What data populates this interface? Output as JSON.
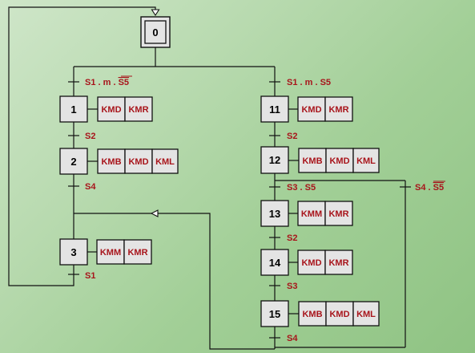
{
  "initial_step": "0",
  "steps": {
    "s1": "1",
    "s2": "2",
    "s3": "3",
    "s11": "11",
    "s12": "12",
    "s13": "13",
    "s14": "14",
    "s15": "15"
  },
  "actions": {
    "s1": [
      "KMD",
      "KMR"
    ],
    "s2": [
      "KMB",
      "KMD",
      "KML"
    ],
    "s3": [
      "KMM",
      "KMR"
    ],
    "s11": [
      "KMD",
      "KMR"
    ],
    "s12": [
      "KMB",
      "KMD",
      "KML"
    ],
    "s13": [
      "KMM",
      "KMR"
    ],
    "s14": [
      "KMD",
      "KMR"
    ],
    "s15": [
      "KMB",
      "KMD",
      "KML"
    ]
  },
  "transitions": {
    "t0_1_prefix": "S1 . m . ",
    "t0_1_overlined": "S5",
    "t1_2": "S2",
    "t2_3": "S4",
    "t3_0": "S1",
    "t0_11": "S1 . m . S5",
    "t11_12": "S2",
    "t12_13": "S3 . S5",
    "t12_15_prefix": "S4 . ",
    "t12_15_overlined": "S5",
    "t13_14": "S2",
    "t14_15": "S3",
    "t15_3": "S4"
  }
}
